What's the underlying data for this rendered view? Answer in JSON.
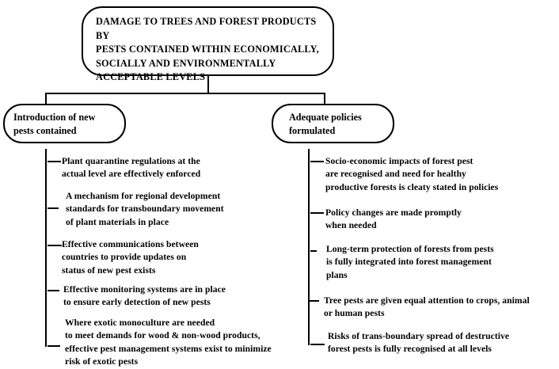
{
  "diagram": {
    "type": "objective-tree",
    "goal": {
      "label": "DAMAGE TO TREES AND FOREST PRODUCTS BY\nPESTS CONTAINED WITHIN ECONOMICALLY,\nSOCIALLY AND ENVIRONMENTALLY\nACCEPTABLE LEVELS"
    },
    "branches": [
      {
        "label": "Introduction of new\npests contained",
        "items": [
          "Plant quarantine regulations at the\nactual level are effectively enforced",
          "A mechanism for regional development\nstandards for transboundary movement\nof plant materials in place",
          "Effective communications between\ncountries to provide updates on\nstatus of new pest exists",
          "Effective monitoring systems are in place\nto ensure early detection of new pests",
          "Where exotic monoculture are needed\nto meet demands for wood & non-wood products,\neffective pest management systems exist to minimize\nrisk of exotic pests"
        ]
      },
      {
        "label": "Adequate policies\nformulated",
        "items": [
          "Socio-economic impacts of forest pest\nare recognised and need for healthy\nproductive forests is cleaty stated in policies",
          "Policy changes are made promptly\nwhen needed",
          "Long-term protection of forests from pests\nis fully integrated into forest management\nplans",
          "Tree pests are given equal attention to crops, animal\nor human pests",
          "Risks of trans-boundary spread of destructive\nforest pests is fully recognised at all levels"
        ]
      }
    ],
    "colors": {
      "ink": "#000000",
      "paper": "#ffffff"
    }
  }
}
